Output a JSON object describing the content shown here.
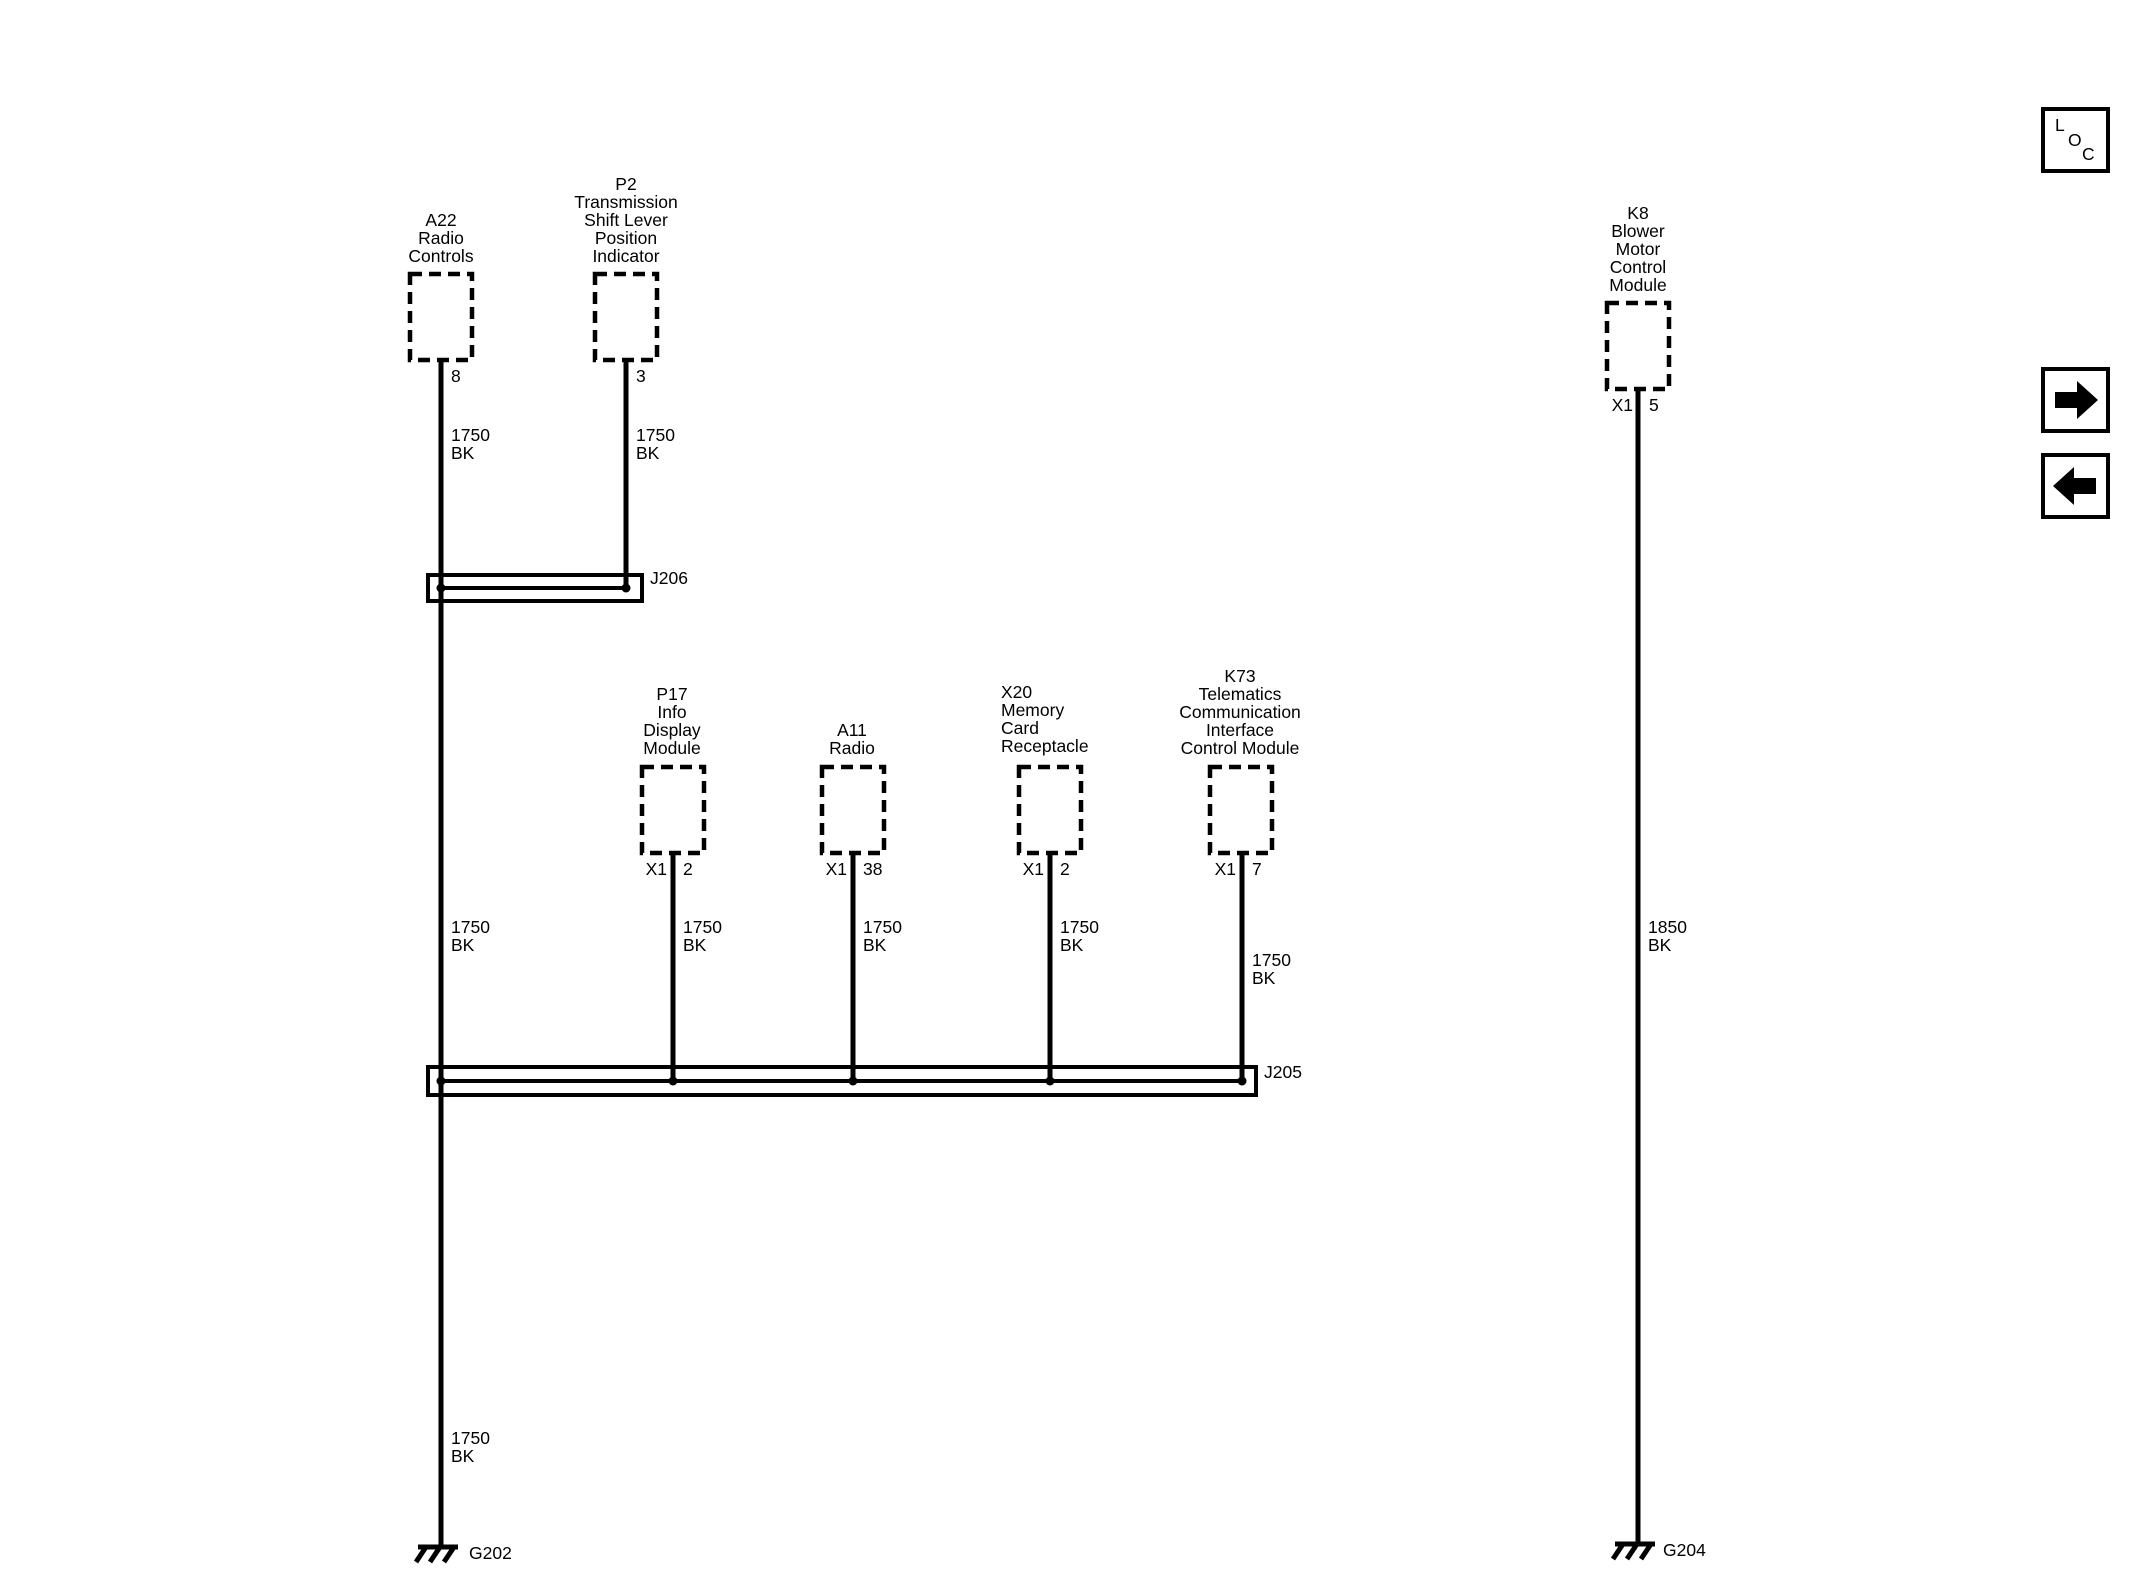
{
  "components": {
    "a22": {
      "lines": [
        "A22",
        "Radio",
        "Controls"
      ],
      "pin": "8",
      "wire": [
        "1750",
        "BK"
      ]
    },
    "p2": {
      "lines": [
        "P2",
        "Transmission",
        "Shift Lever",
        "Position",
        "Indicator"
      ],
      "pin": "3",
      "wire": [
        "1750",
        "BK"
      ]
    },
    "p17": {
      "lines": [
        "P17",
        "Info",
        "Display",
        "Module"
      ],
      "conn": "X1",
      "pin": "2",
      "wire": [
        "1750",
        "BK"
      ]
    },
    "a11": {
      "lines": [
        "A11",
        "Radio"
      ],
      "conn": "X1",
      "pin": "38",
      "wire": [
        "1750",
        "BK"
      ]
    },
    "x20": {
      "lines": [
        "X20",
        "Memory",
        "Card",
        "Receptacle"
      ],
      "conn": "X1",
      "pin": "2",
      "wire": [
        "1750",
        "BK"
      ]
    },
    "k73": {
      "lines": [
        "K73",
        "Telematics",
        "Communication",
        "Interface",
        "Control Module"
      ],
      "conn": "X1",
      "pin": "7",
      "wire": [
        "1750",
        "BK"
      ]
    },
    "k8": {
      "lines": [
        "K8",
        "Blower",
        "Motor",
        "Control",
        "Module"
      ],
      "conn": "X1",
      "pin": "5",
      "wire": [
        "1850",
        "BK"
      ]
    }
  },
  "main_wire_mid": [
    "1750",
    "BK"
  ],
  "main_wire_low": [
    "1750",
    "BK"
  ],
  "splices": {
    "j206": "J206",
    "j205": "J205"
  },
  "grounds": {
    "g202": "G202",
    "g204": "G204"
  },
  "nav": {
    "loc": {
      "l": "L",
      "o": "O",
      "c": "C"
    },
    "forward_icon": "arrow-right-icon",
    "back_icon": "arrow-left-icon"
  }
}
